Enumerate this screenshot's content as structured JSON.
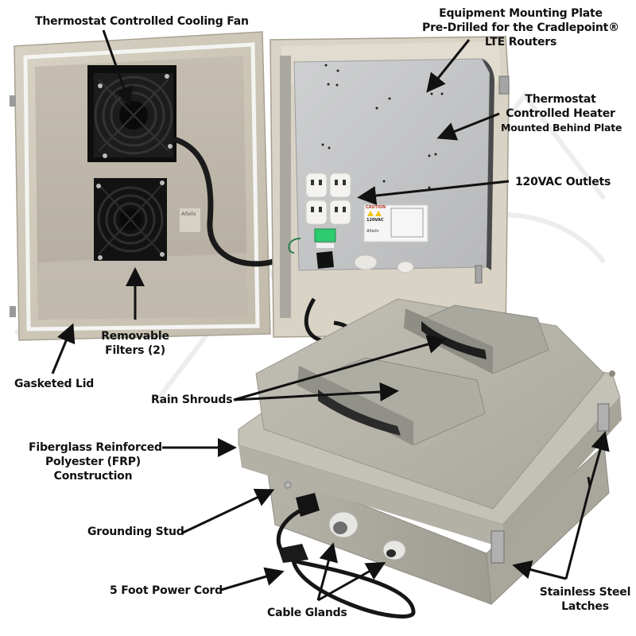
{
  "callouts": {
    "cooling_fan": {
      "lines": [
        "Thermostat Controlled Cooling Fan"
      ]
    },
    "mounting_plate": {
      "lines": [
        "Equipment Mounting Plate",
        "Pre-Drilled for the Cradlepoint®",
        "LTE Routers"
      ]
    },
    "heater": {
      "lines": [
        "Thermostat",
        "Controlled Heater",
        "Mounted Behind Plate"
      ]
    },
    "outlets": {
      "lines": [
        "120VAC Outlets"
      ]
    },
    "filters": {
      "lines": [
        "Removable",
        "Filters (2)"
      ]
    },
    "gasketed_lid": {
      "lines": [
        "Gasketed Lid"
      ]
    },
    "rain_shrouds": {
      "lines": [
        "Rain Shrouds"
      ]
    },
    "frp": {
      "lines": [
        "Fiberglass Reinforced",
        "Polyester (FRP)",
        "Construction"
      ]
    },
    "grounding_stud": {
      "lines": [
        "Grounding Stud"
      ]
    },
    "power_cord": {
      "lines": [
        "5 Foot Power Cord"
      ]
    },
    "cable_glands": {
      "lines": [
        "Cable Glands"
      ]
    },
    "latches": {
      "lines": [
        "Stainless Steel",
        "Latches"
      ]
    }
  },
  "sticker": {
    "caution": "CAUTION",
    "voltage": "120VAC",
    "brand": "Altelix"
  },
  "lid_brand": "Altelix",
  "colors": {
    "lid_beige": "#cfc8b8",
    "lid_inner": "#bdb6a8",
    "closed_gray": "#b4b1a6",
    "plate_gray": "#c4c5c6",
    "fan_black": "#141414",
    "text": "#111111",
    "watermark": "#eeeeee"
  }
}
